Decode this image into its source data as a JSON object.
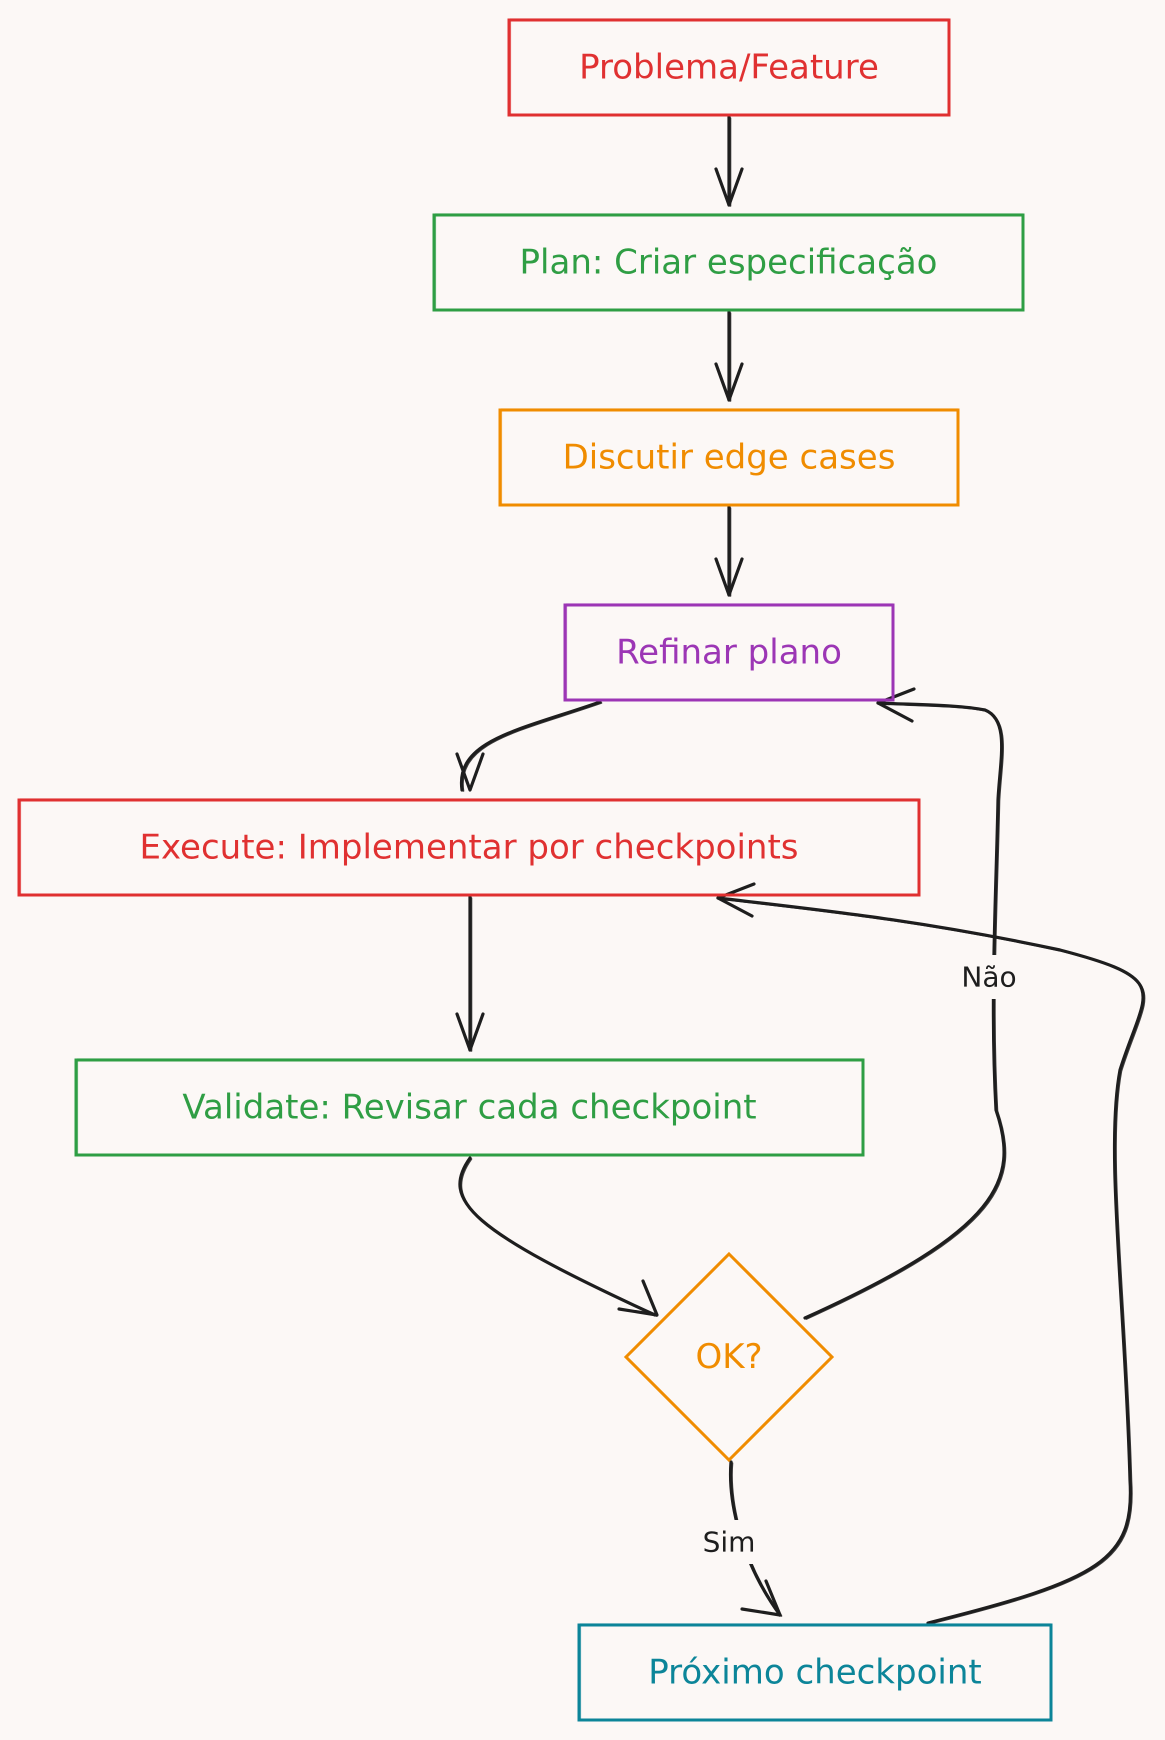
{
  "colors": {
    "background": "#fcf8f6",
    "red": "#e03131",
    "green": "#2f9e44",
    "orange": "#f08c00",
    "purple": "#9c36b5",
    "teal": "#0c8599",
    "arrow": "#1e1e1e"
  },
  "nodes": [
    {
      "id": "problema",
      "label": "Problema/Feature",
      "color": "#e03131",
      "shape": "rectangle"
    },
    {
      "id": "plan",
      "label": "Plan: Criar especificação",
      "color": "#2f9e44",
      "shape": "rectangle"
    },
    {
      "id": "discutir",
      "label": "Discutir edge cases",
      "color": "#f08c00",
      "shape": "rectangle"
    },
    {
      "id": "refinar",
      "label": "Refinar plano",
      "color": "#9c36b5",
      "shape": "rectangle"
    },
    {
      "id": "execute",
      "label": "Execute: Implementar por checkpoints",
      "color": "#e03131",
      "shape": "rectangle"
    },
    {
      "id": "validate",
      "label": "Validate: Revisar cada checkpoint",
      "color": "#2f9e44",
      "shape": "rectangle"
    },
    {
      "id": "ok",
      "label": "OK?",
      "color": "#f08c00",
      "shape": "diamond"
    },
    {
      "id": "proximo",
      "label": "Próximo checkpoint",
      "color": "#0c8599",
      "shape": "rectangle"
    }
  ],
  "edges": [
    {
      "from": "problema",
      "to": "plan",
      "label": ""
    },
    {
      "from": "plan",
      "to": "discutir",
      "label": ""
    },
    {
      "from": "discutir",
      "to": "refinar",
      "label": ""
    },
    {
      "from": "refinar",
      "to": "execute",
      "label": ""
    },
    {
      "from": "execute",
      "to": "validate",
      "label": ""
    },
    {
      "from": "validate",
      "to": "ok",
      "label": ""
    },
    {
      "from": "ok",
      "to": "refinar",
      "label": "Não"
    },
    {
      "from": "ok",
      "to": "proximo",
      "label": "Sim"
    },
    {
      "from": "proximo",
      "to": "execute",
      "label": ""
    }
  ]
}
